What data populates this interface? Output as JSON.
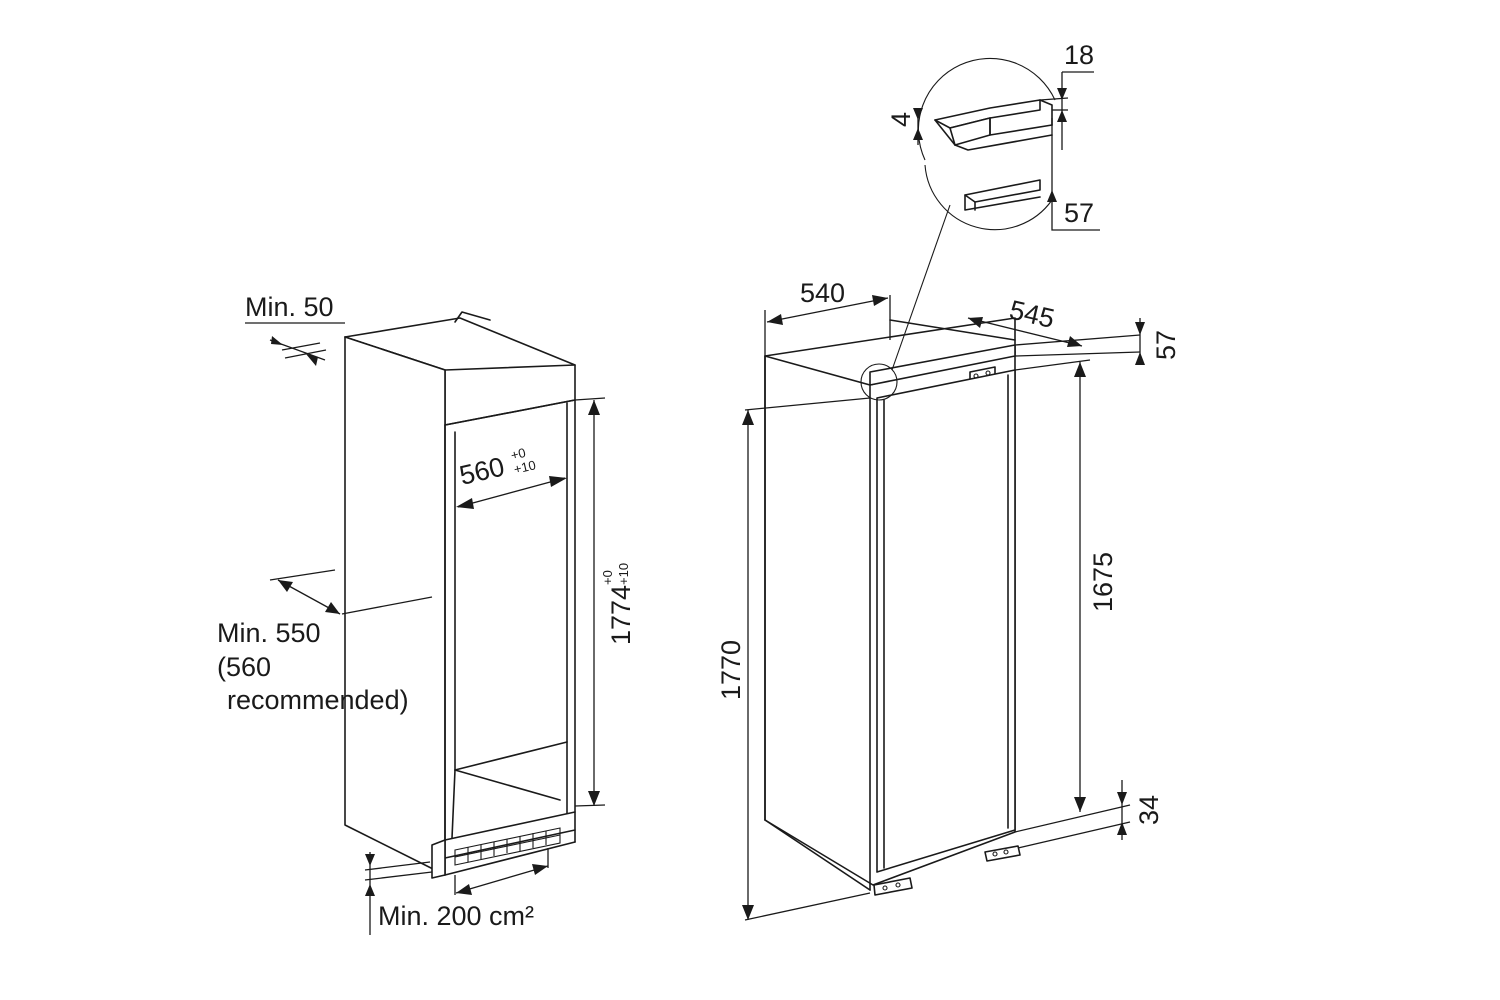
{
  "cabinet": {
    "top_gap_label": "Min. 50",
    "width_label": "560",
    "width_tol_plus": "+0",
    "width_tol_minus": "+10",
    "height_label": "1774",
    "height_tol_plus": "+0",
    "height_tol_minus": "+10",
    "depth_label_1": "Min. 550",
    "depth_label_2": "(560",
    "depth_label_3": "recommended)",
    "vent_label": "Min. 200 cm²"
  },
  "appliance": {
    "width_label": "540",
    "depth_label": "545",
    "top_label": "57",
    "door_height_label": "1675",
    "total_height_label": "1770",
    "bottom_label": "34"
  },
  "detail": {
    "top_label": "18",
    "left_label": "4",
    "gap_label": "57"
  }
}
